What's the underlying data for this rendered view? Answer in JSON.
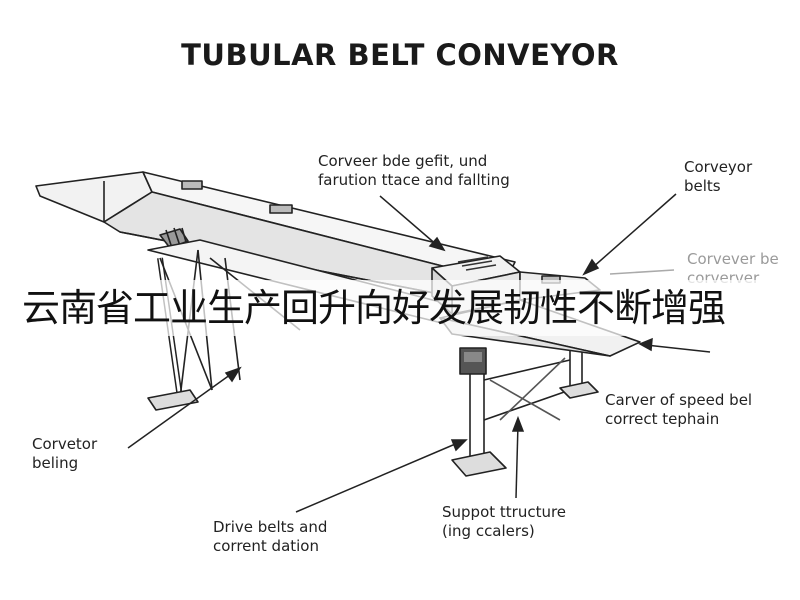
{
  "title": "TUBULAR BELT CONVEYOR",
  "callouts": {
    "top": [
      "Corveer bde gefit, und",
      "farution ttace and fallting"
    ],
    "belts": [
      "Corveyor",
      "belts"
    ],
    "right": [
      "Corvever be",
      "corverver"
    ],
    "speed": [
      "Carver of speed bel",
      "correct tephain"
    ],
    "left": [
      "Corvetor",
      "beling"
    ],
    "drive": [
      "Drive belts and",
      "corrent dation"
    ],
    "support": [
      "Suppot ttructure",
      "(ing ccalers)"
    ]
  },
  "banner": "云南省工业生产回升向好发展韧性不断增强",
  "colors": {
    "line": "#222222",
    "fill": "#f4f4f4",
    "shade": "#d8d8d8",
    "faint": "#b8b8b8"
  }
}
